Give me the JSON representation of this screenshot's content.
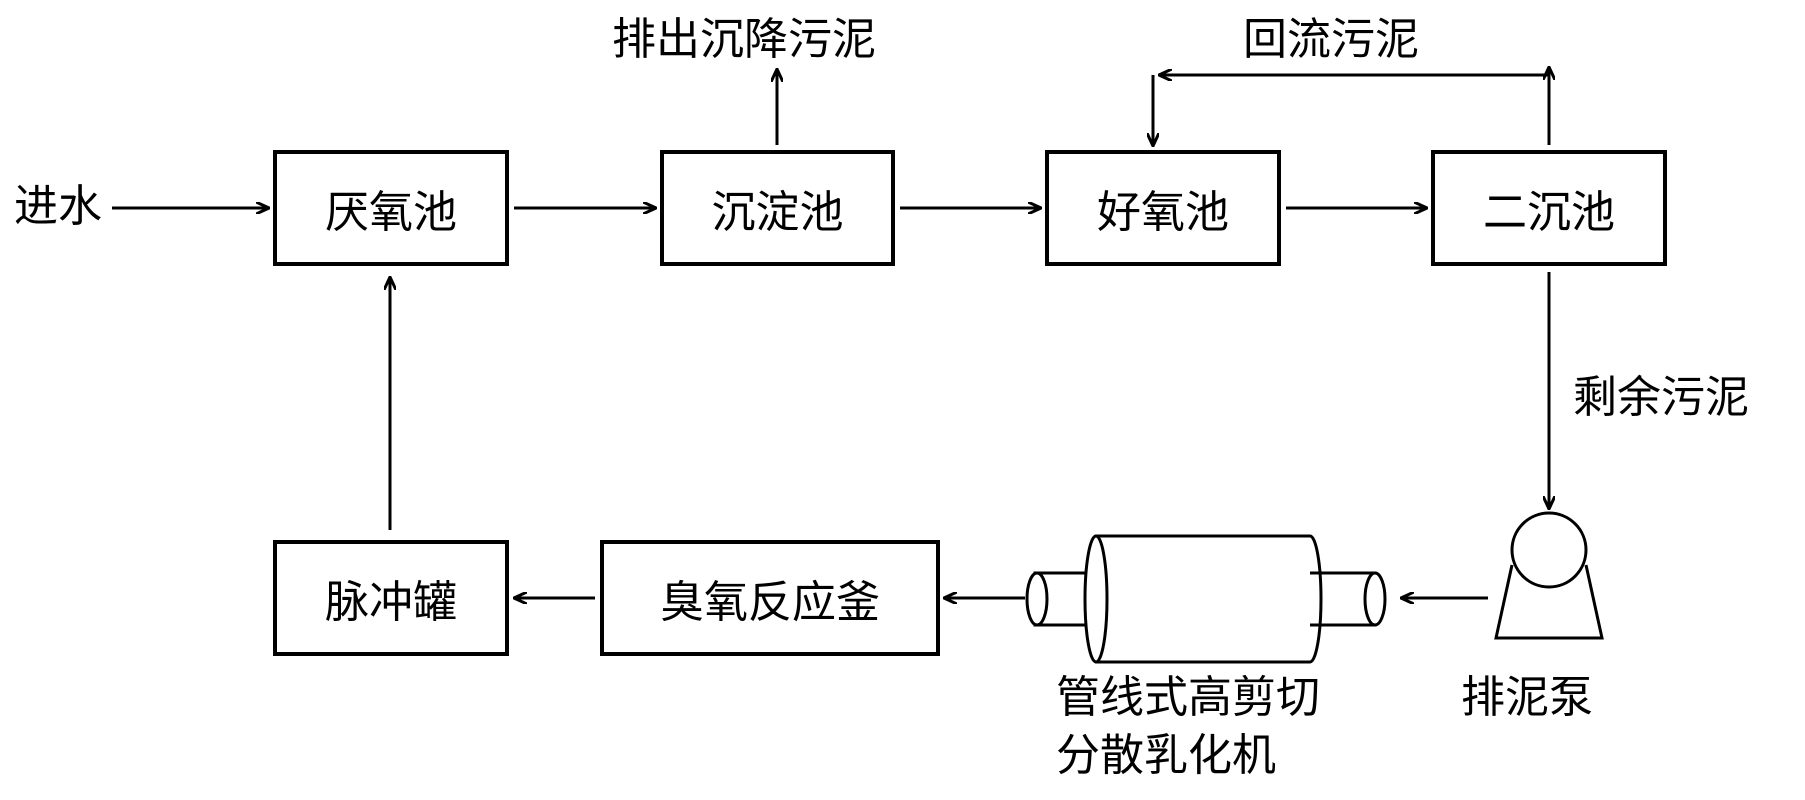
{
  "diagram": {
    "nodes": {
      "anaerobic": "厌氧池",
      "sedimentation": "沉淀池",
      "aerobic": "好氧池",
      "secondary_clarifier": "二沉池",
      "pulse_tank": "脉冲罐",
      "ozone_reactor": "臭氧反应釜"
    },
    "labels": {
      "inlet": "进水",
      "discharge_sludge": "排出沉降污泥",
      "return_sludge": "回流污泥",
      "excess_sludge": "剩余污泥",
      "sludge_pump": "排泥泵",
      "emulsifier_line1": "管线式高剪切",
      "emulsifier_line2": "分散乳化机"
    },
    "colors": {
      "stroke": "#000000",
      "background": "#ffffff"
    }
  }
}
